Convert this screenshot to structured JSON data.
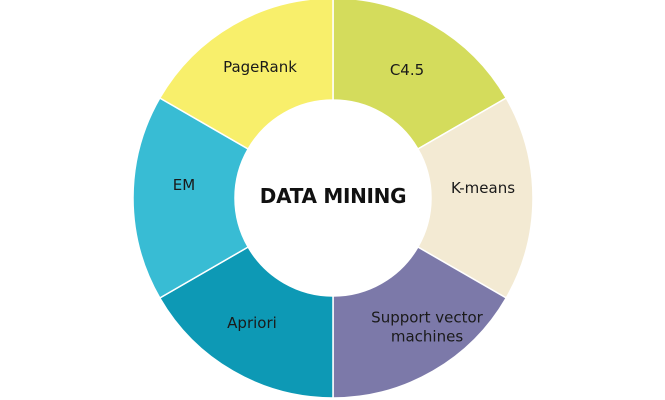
{
  "diagram": {
    "center_label": "DATA MINING",
    "segments": [
      {
        "label": [
          "C4.5"
        ],
        "color": "#d4dc5c"
      },
      {
        "label": [
          "K-means"
        ],
        "color": "#f3ead3"
      },
      {
        "label": [
          "Support vector",
          "machines"
        ],
        "color": "#7c79a9"
      },
      {
        "label": [
          "Apriori"
        ],
        "color": "#0d99b5"
      },
      {
        "label": [
          "EM"
        ],
        "color": "#38bcd4"
      },
      {
        "label": [
          "PageRank"
        ],
        "color": "#f8ef6b"
      }
    ]
  }
}
